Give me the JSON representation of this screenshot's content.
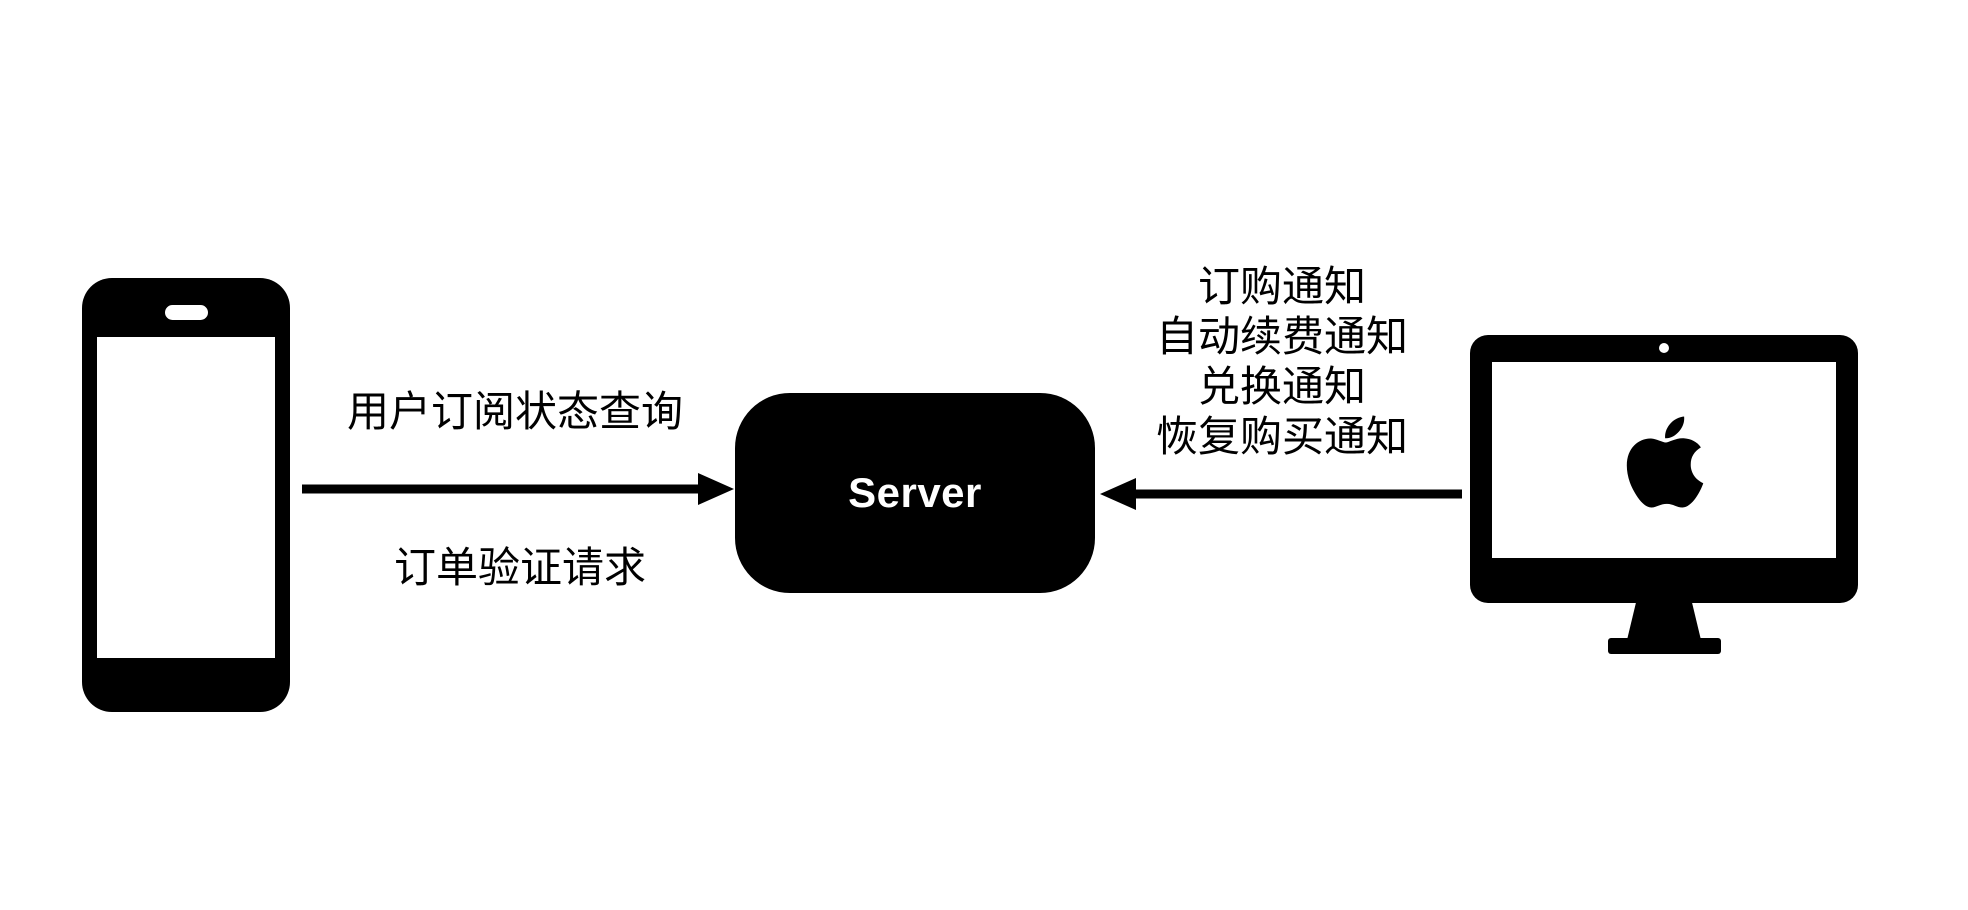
{
  "diagram": {
    "background_color": "#ffffff",
    "ink_color": "#000000",
    "server_text_color": "#ffffff"
  },
  "phone": {
    "icon": "smartphone-icon"
  },
  "server": {
    "label": "Server"
  },
  "mac": {
    "icon": "imac-icon",
    "logo_icon": "apple-logo-icon"
  },
  "left_flow": {
    "direction": "phone-to-server",
    "label_top": "用户订阅状态查询",
    "label_bottom": "订单验证请求"
  },
  "right_flow": {
    "direction": "mac-to-server",
    "lines": [
      "订购通知",
      "自动续费通知",
      "兑换通知",
      "恢复购买通知"
    ]
  }
}
